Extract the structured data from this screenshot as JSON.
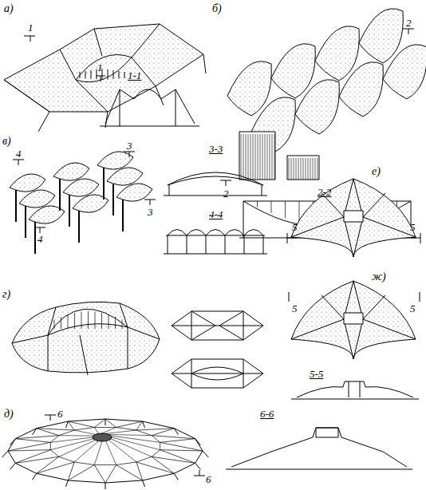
{
  "diagram": {
    "labels": [
      "а)",
      "1",
      "1",
      "1-1",
      "б)",
      "2",
      "2",
      "2-2",
      "в)",
      "4",
      "3",
      "3",
      "4",
      "3-3",
      "4-4",
      "е)",
      "5",
      "5",
      "ж)",
      "5",
      "5",
      "5-5",
      "г)",
      "д)",
      "6",
      "6",
      "6-6"
    ]
  }
}
